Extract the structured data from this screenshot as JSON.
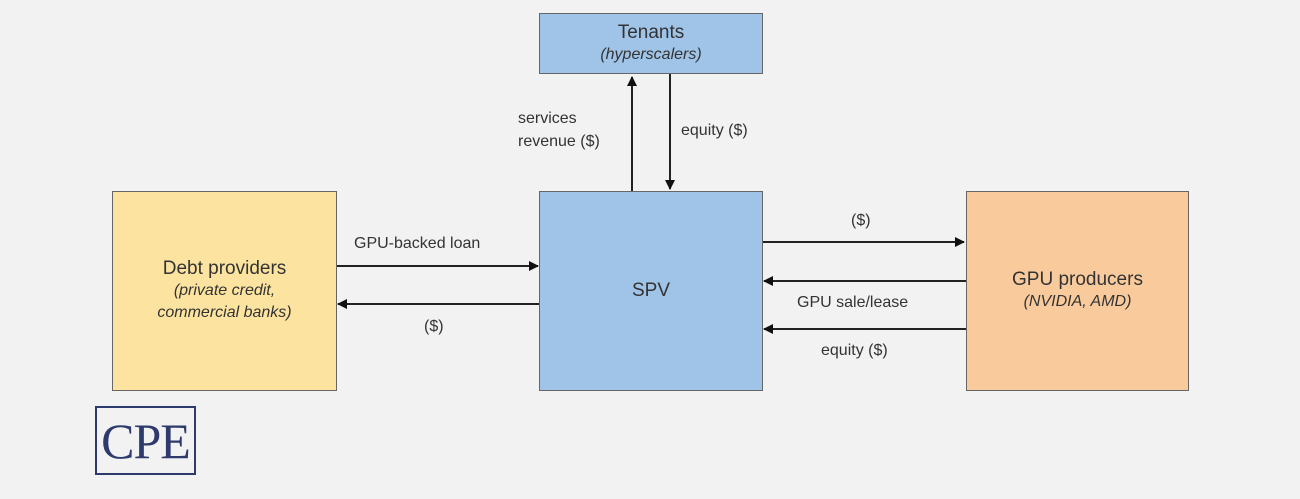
{
  "nodes": {
    "tenants": {
      "title": "Tenants",
      "subtitle": "(hyperscalers)",
      "color": "#a0c4e8"
    },
    "spv": {
      "title": "SPV",
      "color": "#a0c4e8"
    },
    "debt": {
      "title": "Debt providers",
      "subtitle_line1": "(private credit,",
      "subtitle_line2": "commercial banks)",
      "color": "#fce4a0"
    },
    "gpu": {
      "title": "GPU producers",
      "subtitle": "(NVIDIA, AMD)",
      "color": "#f9cb9c"
    }
  },
  "edges": {
    "services_revenue_line1": "services",
    "services_revenue_line2": "revenue ($)",
    "tenant_equity": "equity ($)",
    "gpu_backed_loan": "GPU-backed loan",
    "debt_repayment": "($)",
    "payment_to_gpu": "($)",
    "gpu_sale_lease": "GPU sale/lease",
    "gpu_equity": "equity ($)"
  },
  "logo": {
    "text": "CPE"
  }
}
